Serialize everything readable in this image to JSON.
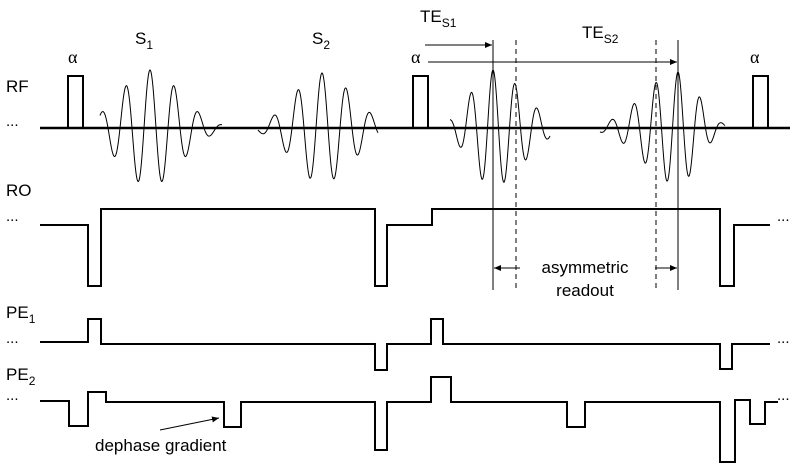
{
  "rows": {
    "rf": "RF",
    "ro": "RO",
    "pe1": {
      "base": "PE",
      "sub": "1"
    },
    "pe2": {
      "base": "PE",
      "sub": "2"
    }
  },
  "ellipsis": "...",
  "pulse_label": "α",
  "echoes": {
    "s1": {
      "base": "S",
      "sub": "1"
    },
    "s2": {
      "base": "S",
      "sub": "2"
    }
  },
  "echo_times": {
    "te1": {
      "base": "TE",
      "sub": "S1"
    },
    "te2": {
      "base": "TE",
      "sub": "S2"
    }
  },
  "annotations": {
    "readout_line1": "asymmetric",
    "readout_line2": "readout",
    "dephase": "dephase gradient"
  }
}
